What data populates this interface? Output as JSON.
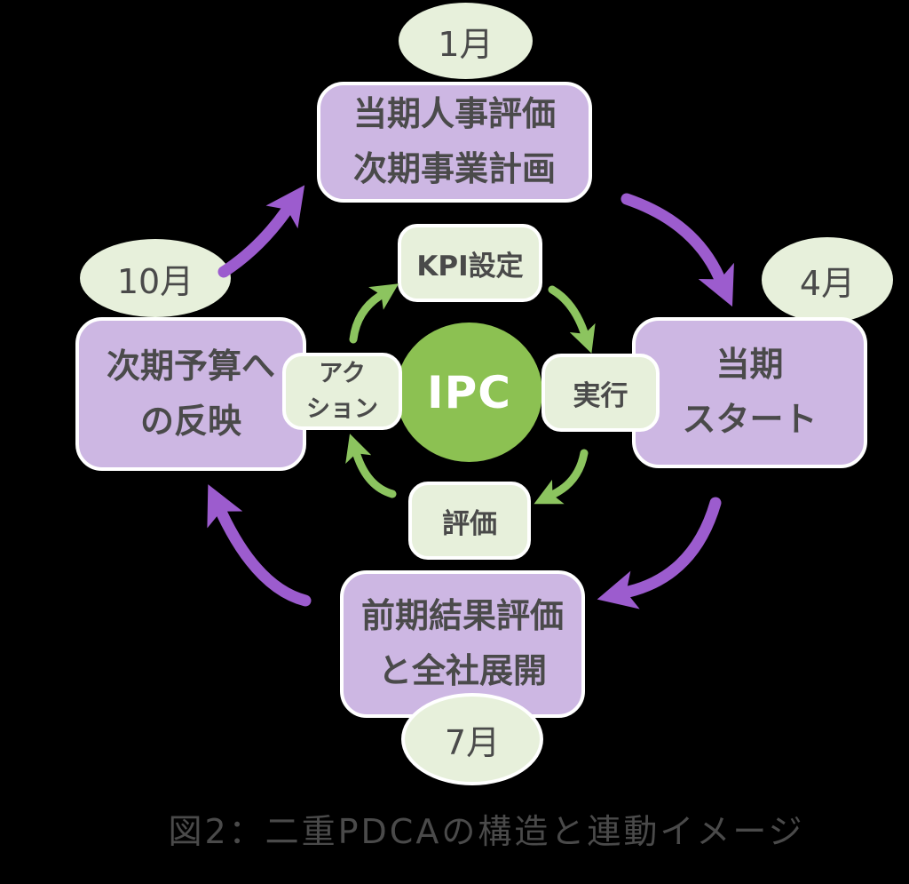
{
  "caption": "図2：二重PDCAの構造と連動イメージ",
  "center_circle": {
    "label": "IPC",
    "fill": "#8CC152",
    "text_color": "#FFFFFF"
  },
  "inner_cycle": {
    "fill": "#E7F0DB",
    "text_color": "#4A4A4A",
    "arrow_color": "#8CC45F",
    "steps": {
      "plan": "KPI設定",
      "do": "実行",
      "check": "評価",
      "action": "アク\nション"
    }
  },
  "outer_cycle": {
    "fill": "#CDB7E3",
    "text_color": "#4A4A4A",
    "arrow_color": "#9C5CCE",
    "month_fill": "#E7F0DB",
    "nodes": {
      "top": {
        "month": "1月",
        "label": "当期人事評価\n次期事業計画"
      },
      "right": {
        "month": "4月",
        "label": "当期\nスタート"
      },
      "bottom": {
        "month": "7月",
        "label": "前期結果評価\nと全社展開"
      },
      "left": {
        "month": "10月",
        "label": "次期予算へ\nの反映"
      }
    }
  },
  "colors": {
    "background": "#000000",
    "box_border": "#FFFFFF",
    "text": "#4A4A4A"
  }
}
